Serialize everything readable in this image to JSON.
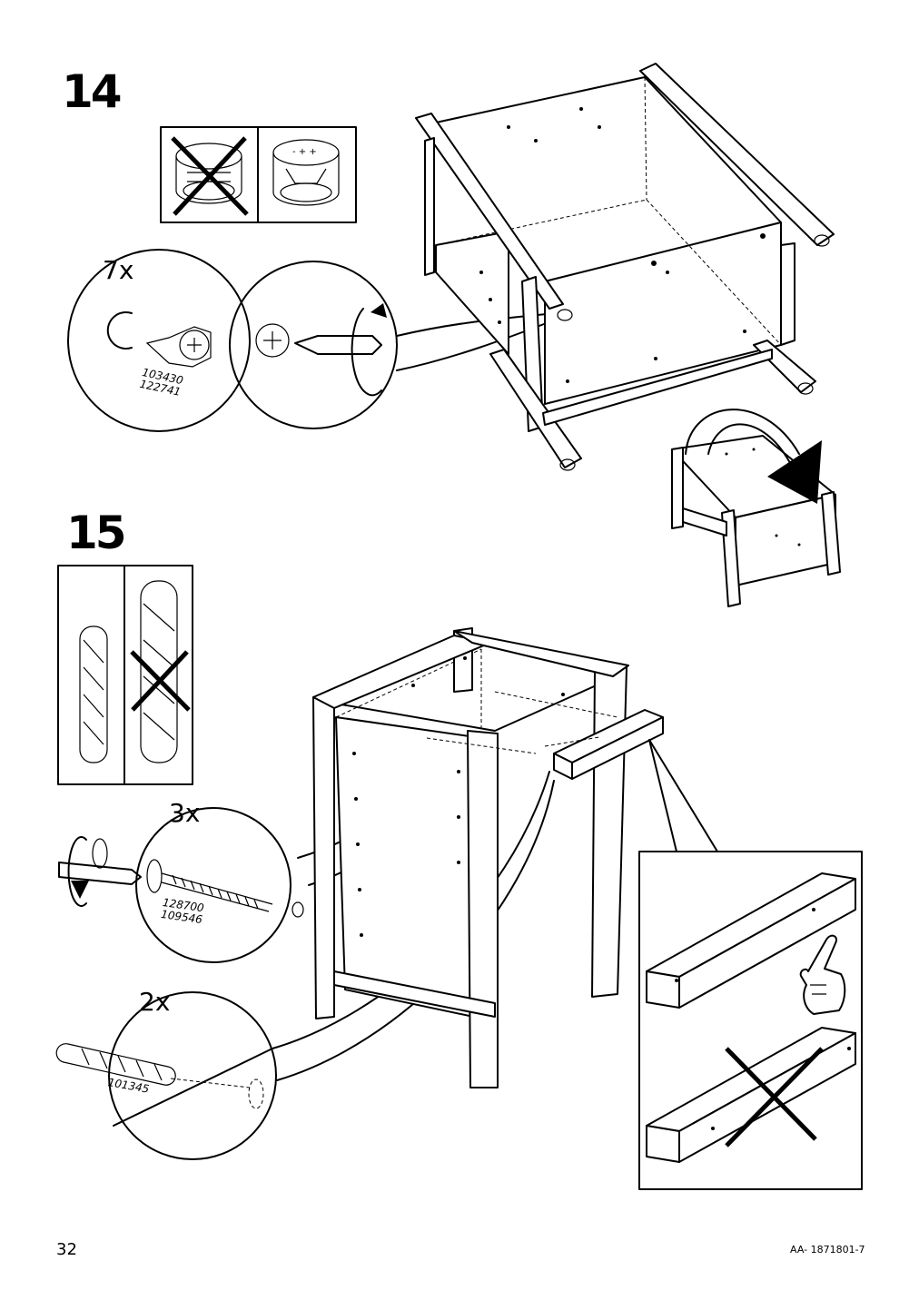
{
  "step14": {
    "number": "14",
    "quantity": "7x",
    "part_numbers": "103430\n122741"
  },
  "step15": {
    "number": "15",
    "screw_quantity": "3x",
    "screw_part_numbers": "128700\n109546",
    "dowel_quantity": "2x",
    "dowel_part_number": "101345"
  },
  "footer": {
    "page_number": "32",
    "doc_code": "AA- 1871801-7"
  }
}
